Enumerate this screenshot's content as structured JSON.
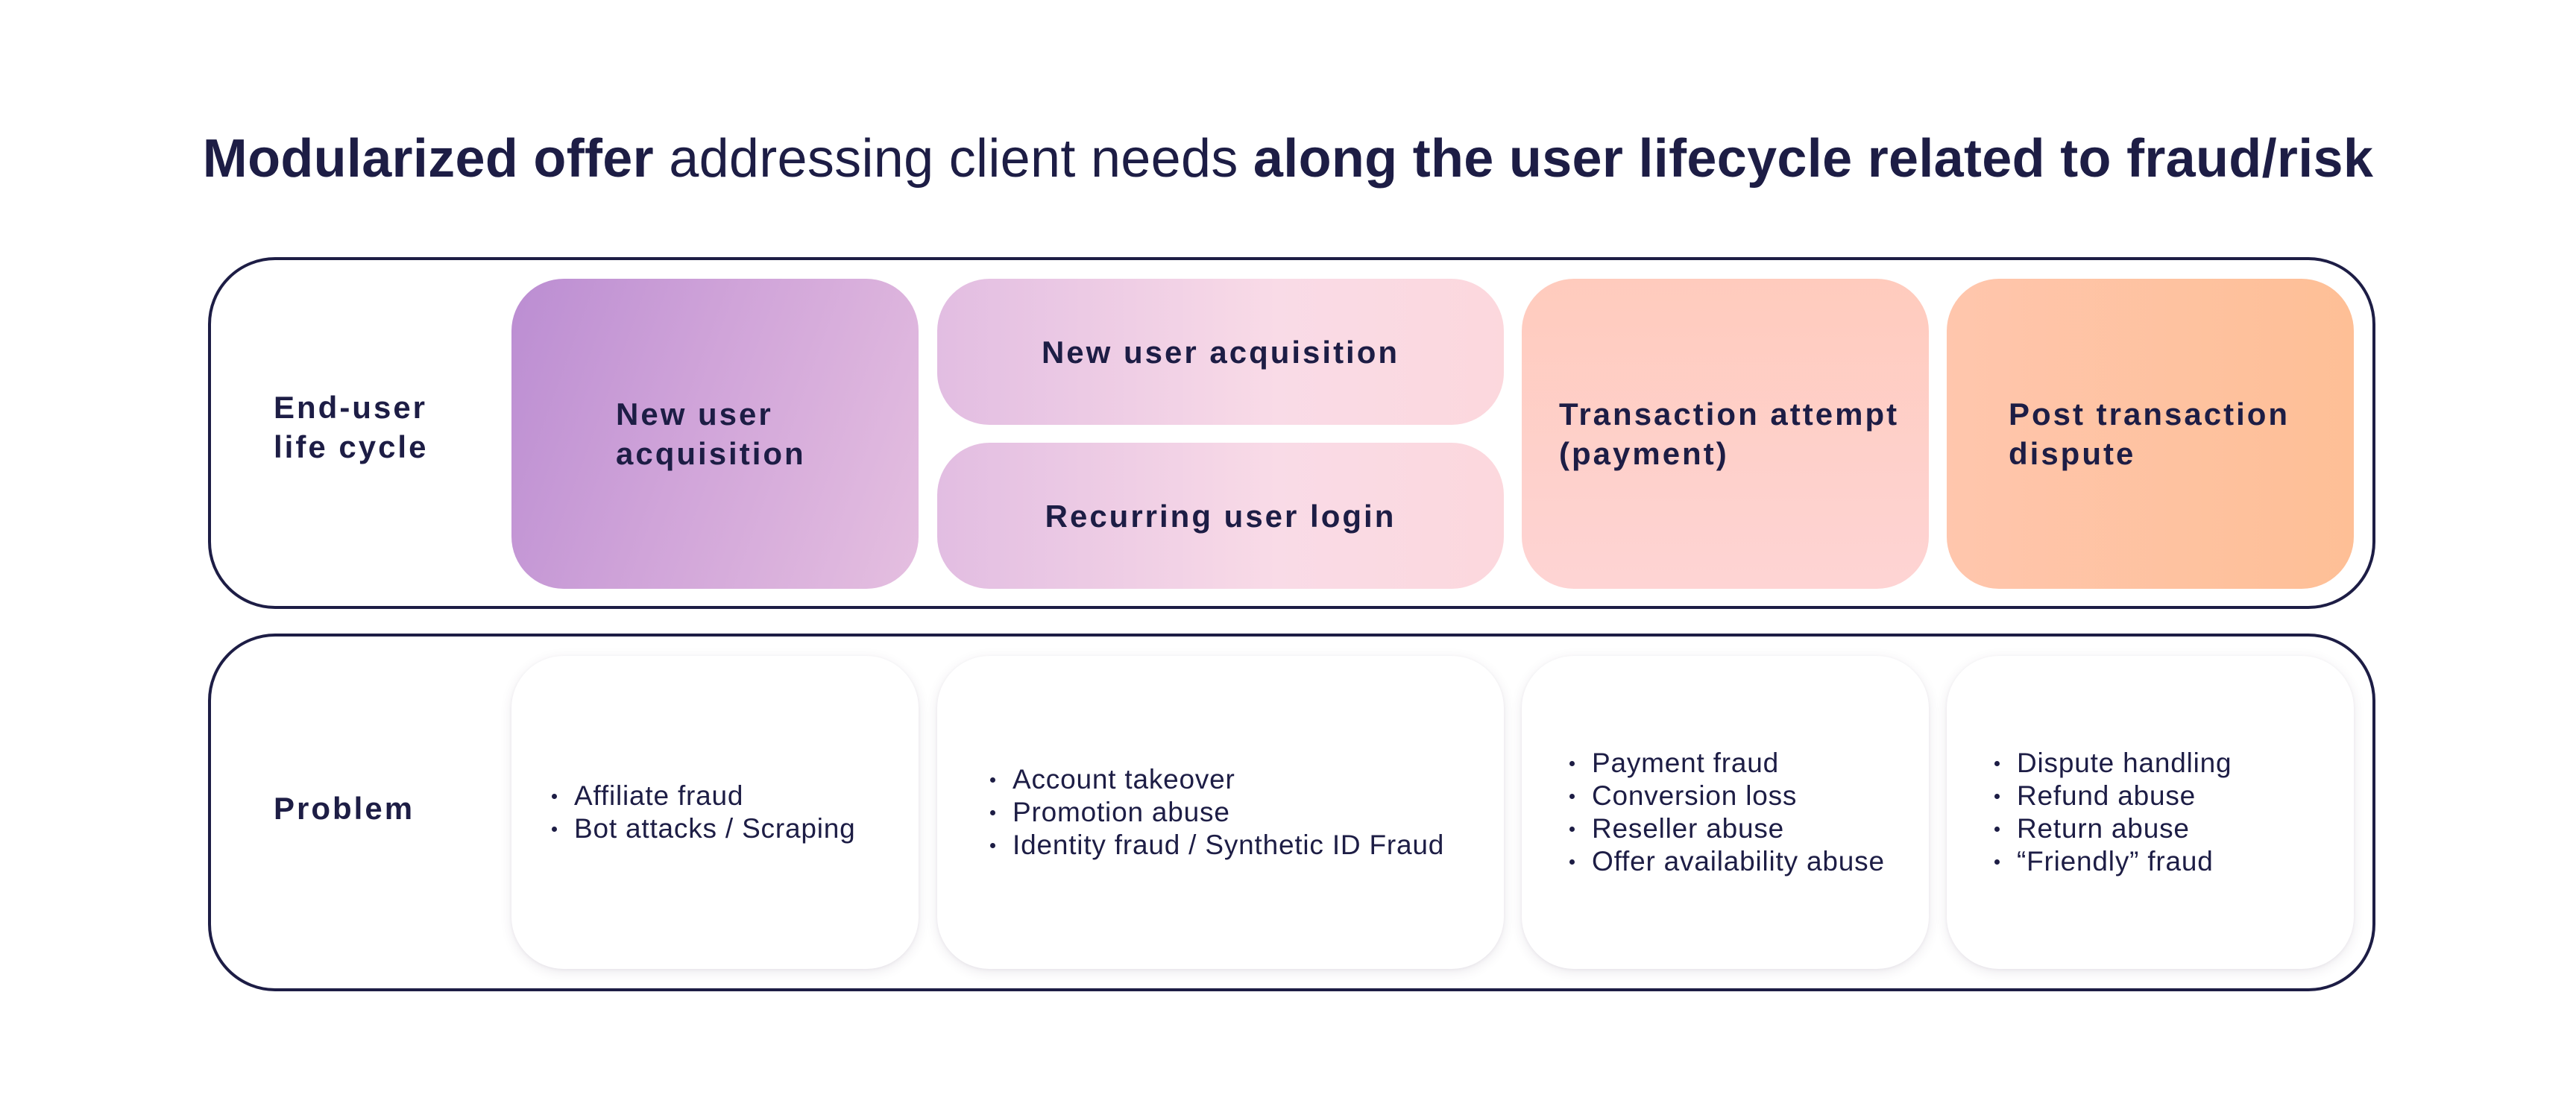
{
  "title": {
    "part1": "Modularized offer",
    "part2": " addressing client needs ",
    "part3": "along the user lifecycle related to fraud/risk"
  },
  "lifecycle_row": {
    "label": "End-user\nlife cycle",
    "stages": [
      {
        "label": "New user\nacquisition"
      },
      {
        "label": "New user acquisition"
      },
      {
        "label": "Recurring user login"
      },
      {
        "label": "Transaction attempt\n(payment)"
      },
      {
        "label": "Post transaction\ndispute"
      }
    ]
  },
  "problem_row": {
    "label": "Problem",
    "columns": [
      {
        "items": [
          "Affiliate fraud",
          "Bot attacks / Scraping"
        ]
      },
      {
        "items": [
          "Account takeover",
          "Promotion abuse",
          "Identity fraud / Synthetic ID Fraud"
        ]
      },
      {
        "items": [
          "Payment fraud",
          "Conversion loss",
          "Reseller abuse",
          "Offer availability abuse"
        ]
      },
      {
        "items": [
          "Dispute handling",
          "Refund abuse",
          "Return abuse",
          "“Friendly” fraud"
        ]
      }
    ]
  },
  "colors": {
    "text": "#1d1d45",
    "border": "#1d1d45",
    "stage1": "#bb8dd2",
    "stage2": "#f9dbe7",
    "stage3": "#ffcbbd",
    "stage4": "#febf96"
  }
}
